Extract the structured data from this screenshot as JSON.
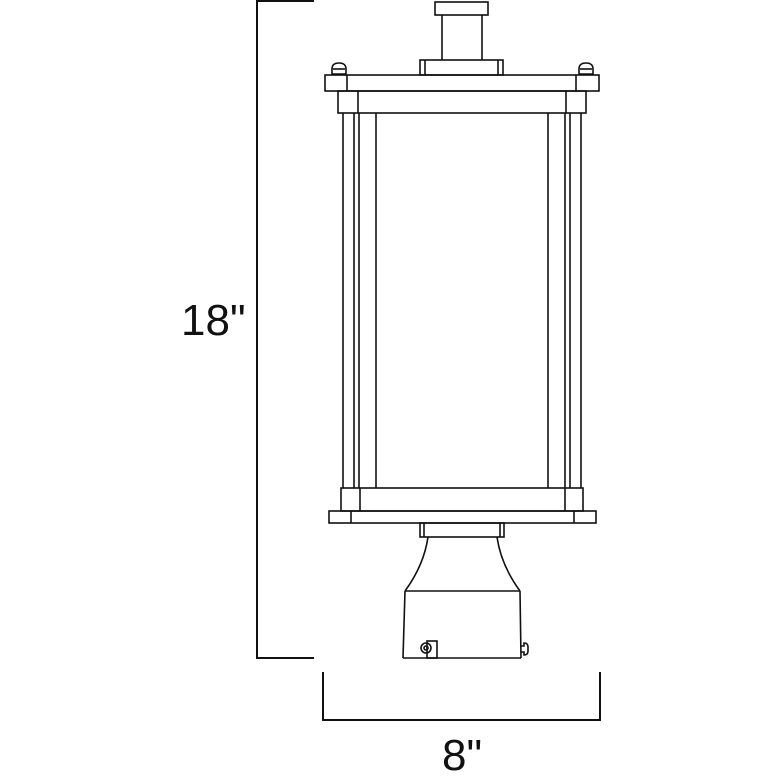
{
  "diagram": {
    "subject": "Outdoor post-mount lantern dimension drawing",
    "dimensions": {
      "height": {
        "label": "18\"",
        "value": 18,
        "unit": "in"
      },
      "width": {
        "label": "8\"",
        "value": 8,
        "unit": "in"
      }
    },
    "parts": [
      "top-cap",
      "top-neck",
      "top-collar",
      "top-frame",
      "screws",
      "corner-posts",
      "glass-panel",
      "bottom-frame",
      "base-collar",
      "flared-fitter",
      "post-sleeve",
      "set-screws"
    ],
    "colors": {
      "line": "#111111",
      "background": "#ffffff"
    }
  }
}
